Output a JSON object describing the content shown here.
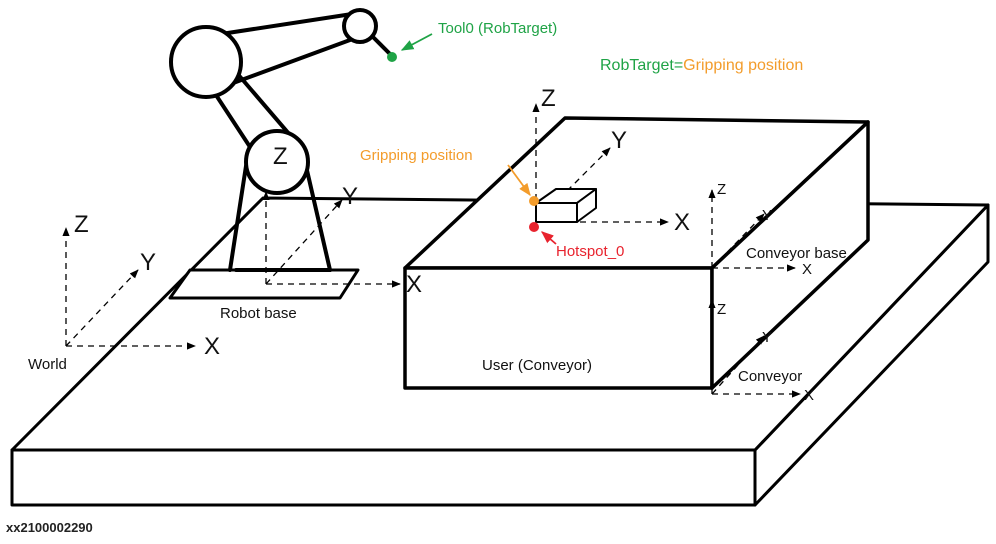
{
  "colors": {
    "stroke": "#000000",
    "tool_green": "#1fa346",
    "gripping_orange": "#f39c2b",
    "hotspot_red": "#e8232e"
  },
  "labels": {
    "tool0": "Tool0 (RobTarget)",
    "robtarget_prefix": "RobTarget",
    "robtarget_equals": "=",
    "robtarget_value": "Gripping position",
    "gripping_position": "Gripping position",
    "hotspot": "Hotspot_0",
    "robot_base": "Robot base",
    "world": "World",
    "user_conveyor": "User (Conveyor)",
    "conveyor_base": "Conveyor base",
    "conveyor": "Conveyor"
  },
  "axes": {
    "x": "X",
    "y": "Y",
    "z": "Z"
  },
  "footer": {
    "figure_id": "xx2100002290"
  }
}
